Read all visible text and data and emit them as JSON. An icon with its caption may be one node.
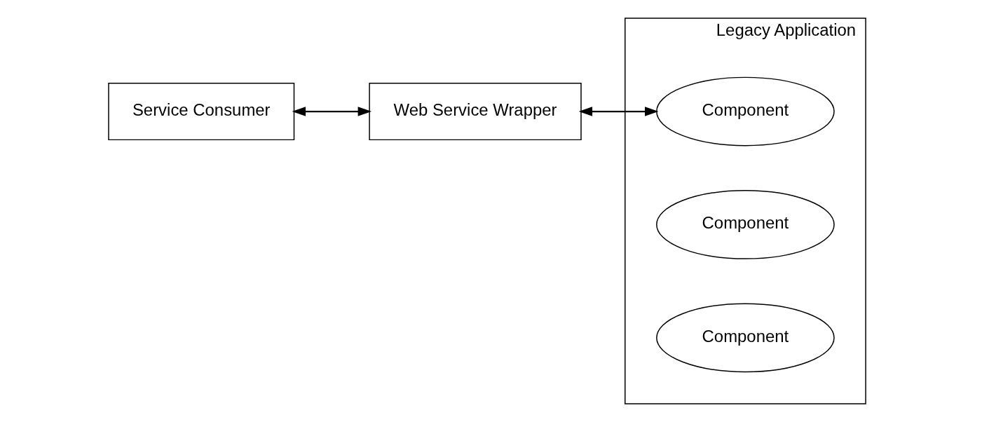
{
  "diagram": {
    "nodes": [
      {
        "text": [
          "Service Consumer"
        ]
      },
      {
        "text": [
          "Web Service Wrapper"
        ]
      },
      {
        "text": [
          "Legacy Application"
        ]
      },
      {
        "text": [
          "Component"
        ],
        "in": 2
      },
      {
        "text": [
          "Component"
        ],
        "in": 2
      },
      {
        "text": [
          "Component"
        ],
        "in": 2
      }
    ],
    "edges": [
      {
        "from": 0,
        "to": 1,
        "arrow": "both"
      },
      {
        "from": 1,
        "to": 3,
        "arrow": "both"
      }
    ]
  }
}
